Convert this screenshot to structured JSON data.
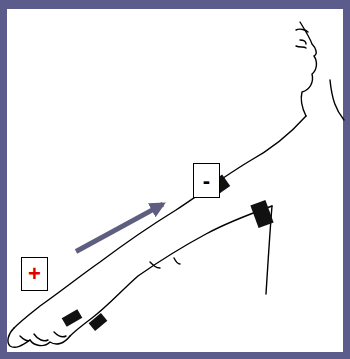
{
  "diagram": {
    "nodes": [
      {
        "text": [
          "-"
        ]
      },
      {
        "text": [
          "+"
        ]
      }
    ],
    "edges": [
      {
        "from": 1,
        "to": 0,
        "arrow": "to"
      }
    ]
  }
}
